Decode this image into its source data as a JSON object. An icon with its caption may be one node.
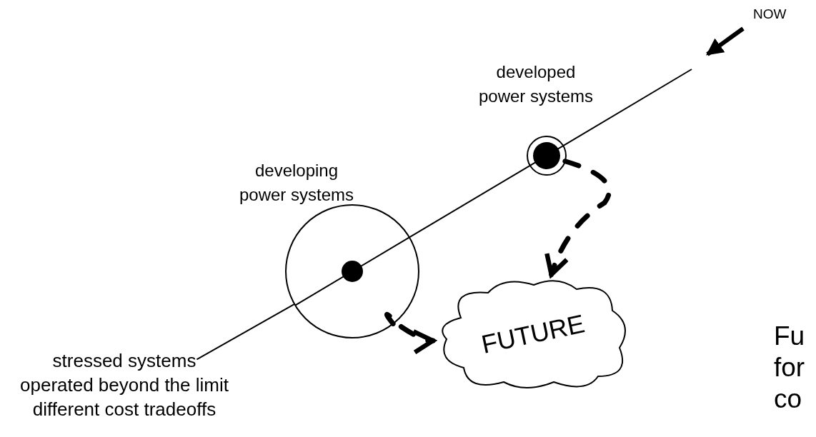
{
  "diagram": {
    "nodes": [
      {
        "text": [
          "developed power systems"
        ]
      },
      {
        "text": [
          "developing power systems"
        ]
      },
      {
        "text": [
          "FUTURE"
        ]
      },
      {
        "text": [
          "stressed systems",
          "operated beyond the limit",
          "different cost tradeoffs"
        ]
      },
      {
        "text": [
          "NOW"
        ]
      }
    ],
    "edges": [
      {
        "from": 3,
        "to": 1,
        "arrow": "none"
      },
      {
        "from": 1,
        "to": 0,
        "arrow": "none"
      },
      {
        "from": 0,
        "to": null,
        "arrow": "none"
      },
      {
        "from": 4,
        "to": null,
        "arrow": "to",
        "style": "thick"
      },
      {
        "from": 0,
        "to": 2,
        "arrow": "to",
        "style": "dashed"
      },
      {
        "from": 1,
        "to": 2,
        "arrow": "to",
        "style": "dashed"
      }
    ],
    "labels": [
      "Fu",
      "for",
      "co"
    ]
  }
}
